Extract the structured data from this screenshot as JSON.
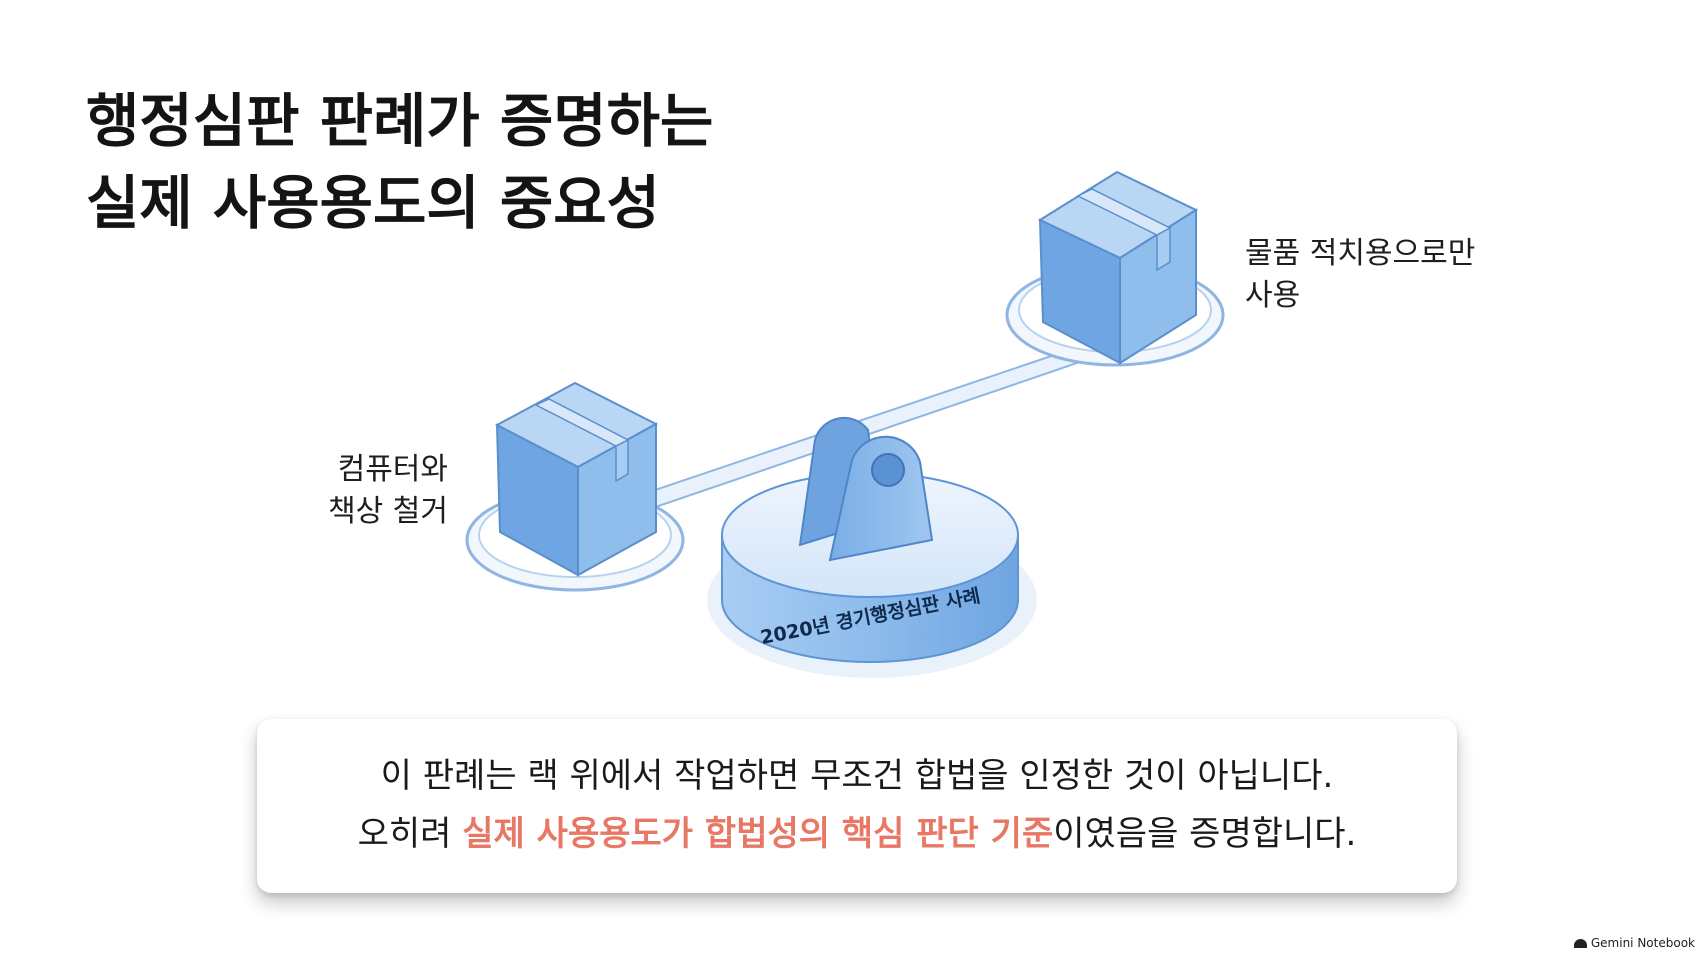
{
  "title": {
    "line1": "행정심판 판례가 증명하는",
    "line2": "실제 사용용도의 중요성"
  },
  "illustration": {
    "base_label": "2020년 경기행정심판 사례",
    "right_label": {
      "line1": "물품 적치용으로만",
      "line2": "사용"
    },
    "left_label": {
      "line1": "컴퓨터와",
      "line2": "책상 철거"
    },
    "colors": {
      "box": "#7fb0e6",
      "box_light": "#b6d4f5",
      "box_dark": "#5b93d6",
      "beam": "#e8f1fb",
      "base": "#8fbbea"
    }
  },
  "callout": {
    "line1": "이 판례는 랙 위에서 작업하면 무조건 합법을 인정한 것이 아닙니다.",
    "line2_prefix": "오히려 ",
    "line2_highlight": "실제 사용용도가 합법성의 핵심 판단 기준",
    "line2_suffix": "이였음을 증명합니다.",
    "highlight_color": "#e87766"
  },
  "brand": {
    "label": "Gemini Notebook"
  }
}
